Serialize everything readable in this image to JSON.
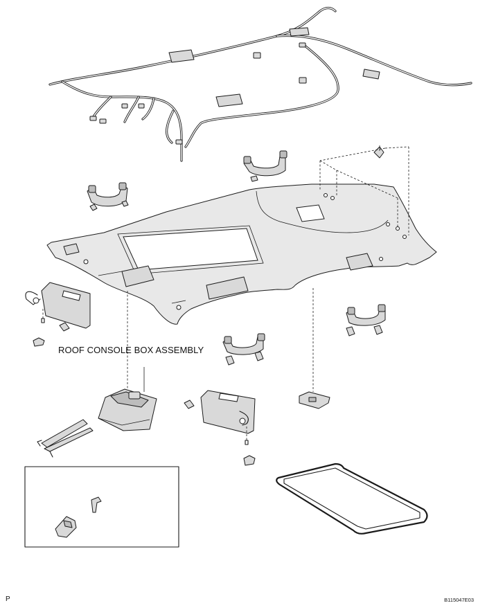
{
  "diagram": {
    "callout_label": "ROOF CONSOLE BOX ASSEMBLY",
    "corner_letter": "P",
    "figure_code": "B115047E03"
  },
  "colors": {
    "line": "#1a1a1a",
    "part_fill": "#d9d9d9",
    "part_shade": "#bdbdbd",
    "background": "#ffffff"
  }
}
